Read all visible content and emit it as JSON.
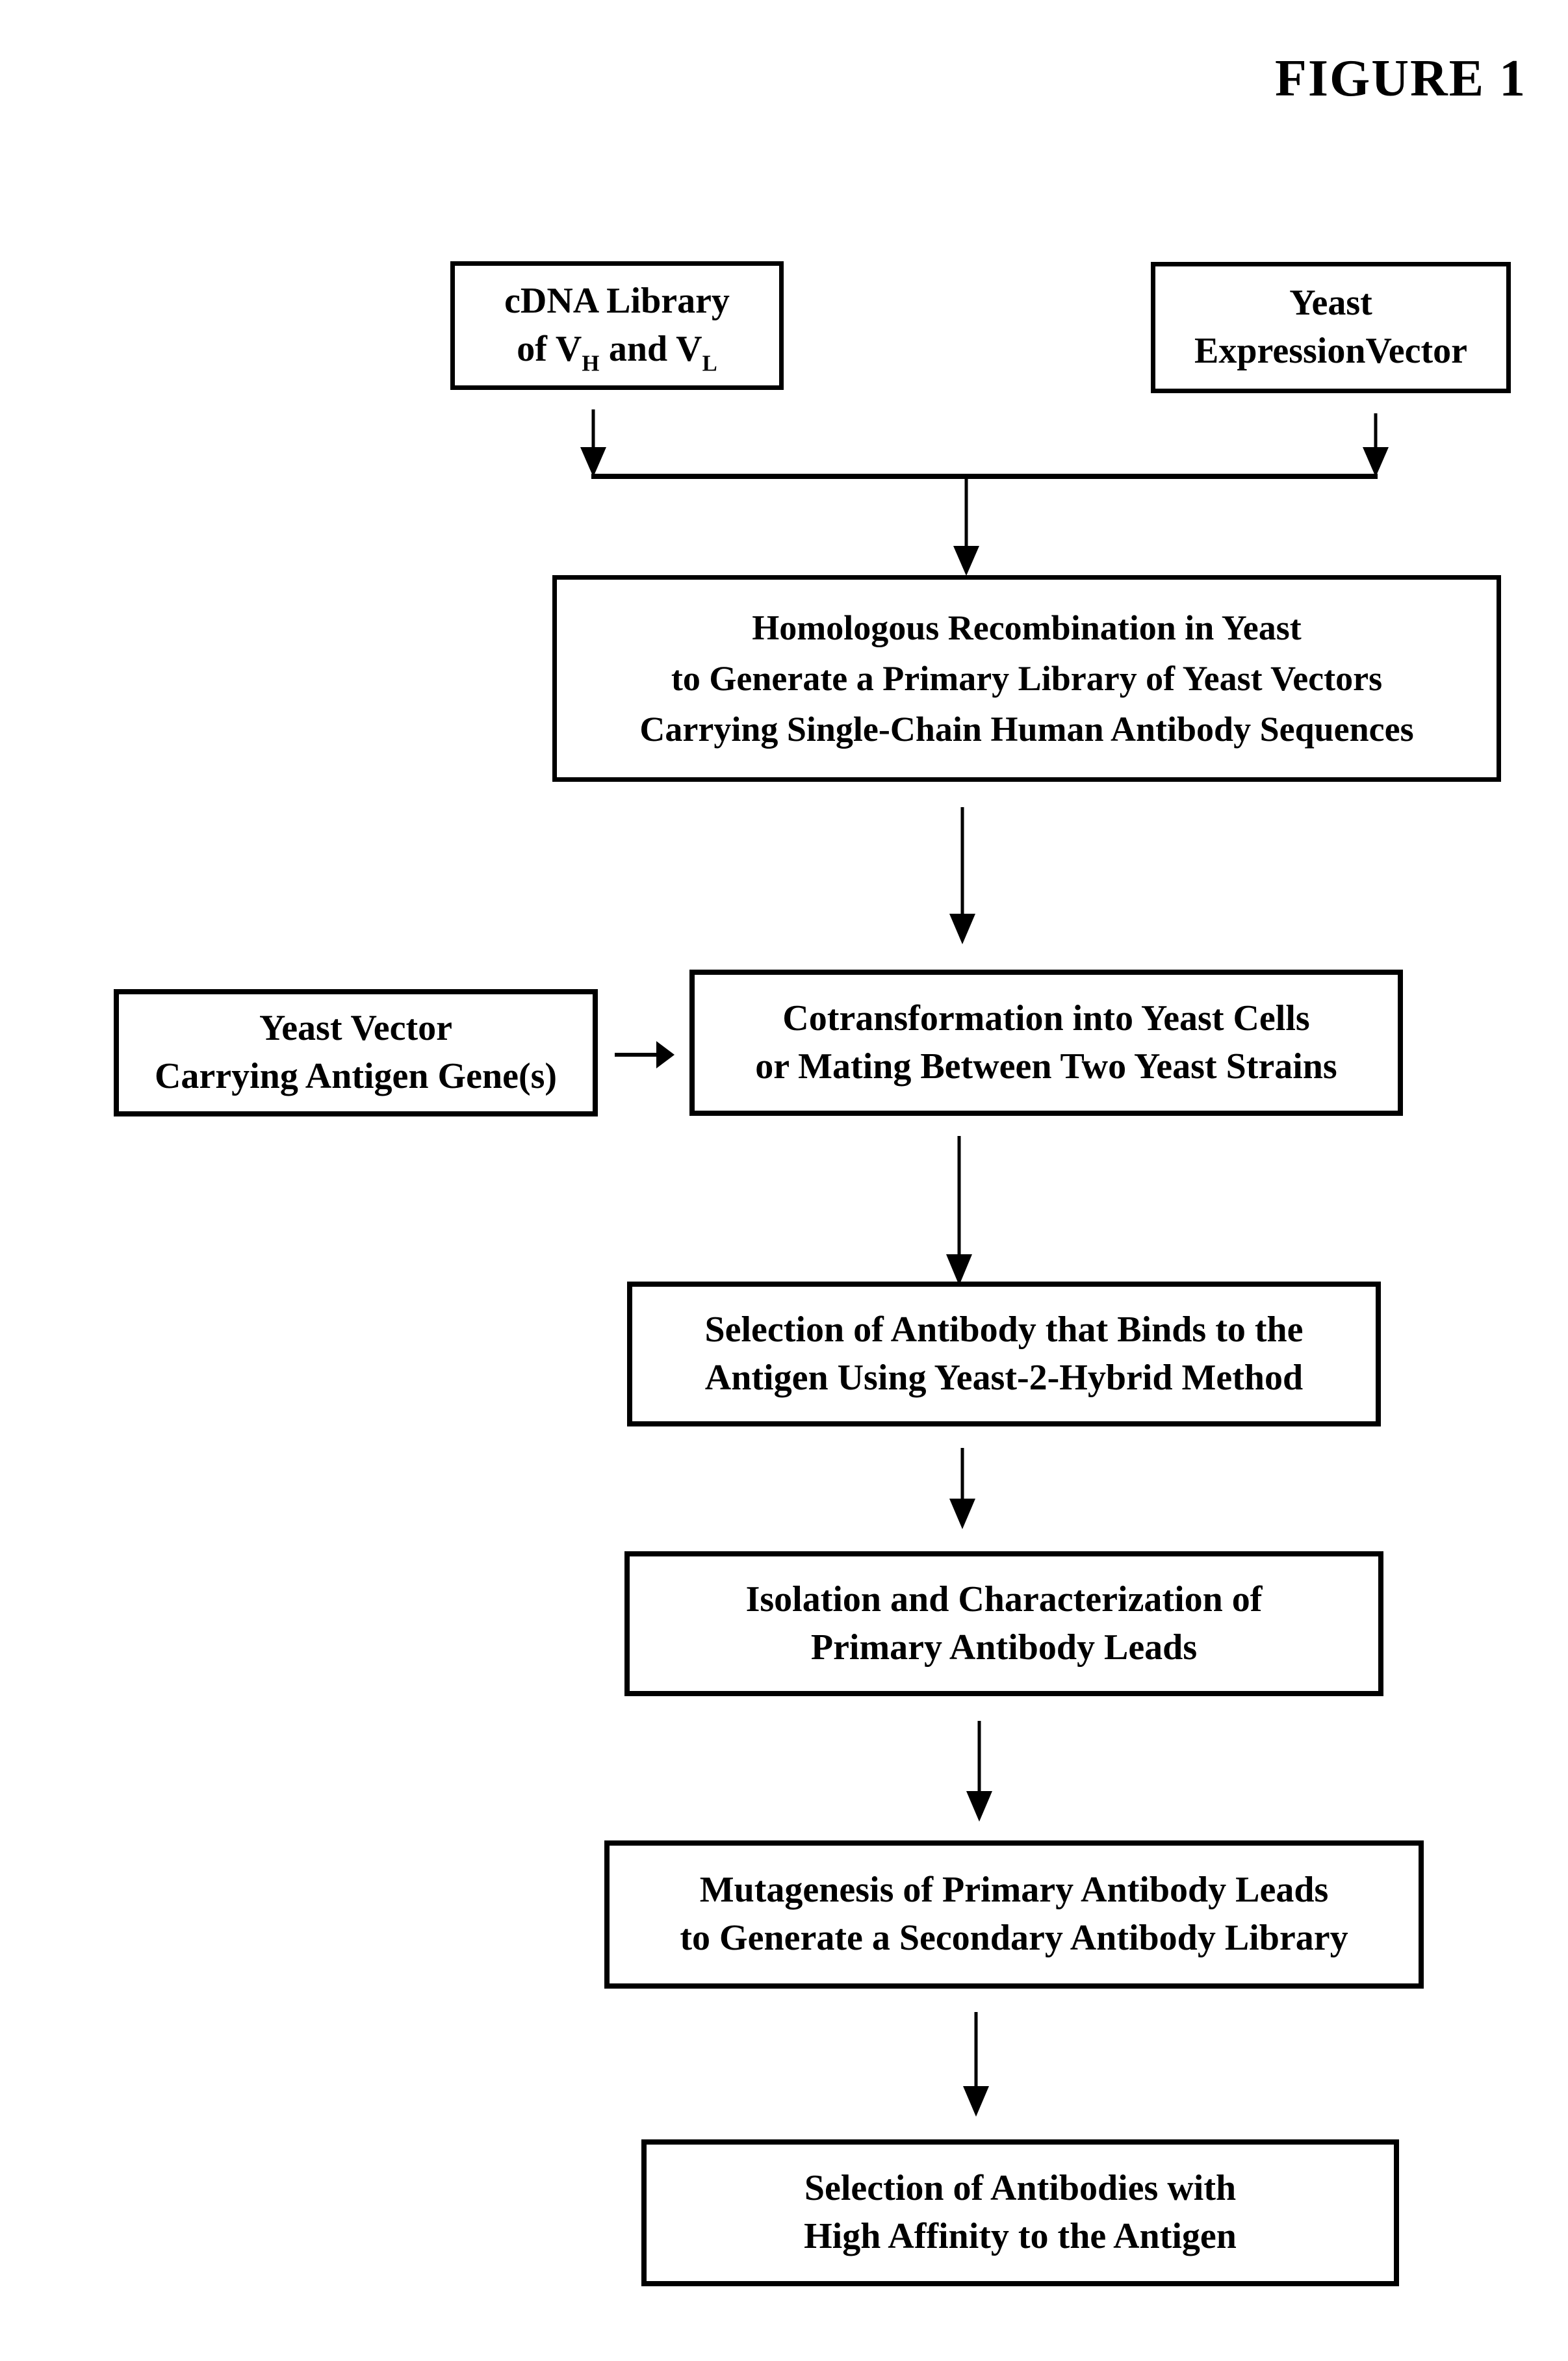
{
  "figure_title": "FIGURE 1",
  "colors": {
    "ink": "#000000",
    "paper": "#ffffff"
  },
  "nodes": {
    "cdna_library": {
      "line1": "cDNA Library",
      "line2_pre": "of V",
      "line2_sub1": "H",
      "line2_mid": "and V",
      "line2_sub2": "L"
    },
    "yeast_expression_vector": {
      "line1": "Yeast",
      "line2": "ExpressionVector"
    },
    "homologous_recombination": {
      "line1": "Homologous Recombination in Yeast",
      "line2": "to Generate a Primary Library of Yeast Vectors",
      "line3": "Carrying Single-Chain Human Antibody Sequences"
    },
    "yeast_vector_antigen": {
      "line1": "Yeast Vector",
      "line2": "Carrying Antigen Gene(s)"
    },
    "cotransformation": {
      "line1": "Cotransformation into Yeast Cells",
      "line2": "or Mating Between Two Yeast Strains"
    },
    "selection_two_hybrid": {
      "line1": "Selection of Antibody that Binds to the",
      "line2": "Antigen Using Yeast-2-Hybrid Method"
    },
    "isolation": {
      "line1": "Isolation and Characterization of",
      "line2": "Primary Antibody Leads"
    },
    "mutagenesis": {
      "line1": "Mutagenesis of Primary Antibody Leads",
      "line2": "to Generate a Secondary Antibody Library"
    },
    "high_affinity_selection": {
      "line1": "Selection of Antibodies with",
      "line2": "High Affinity to the Antigen"
    }
  }
}
